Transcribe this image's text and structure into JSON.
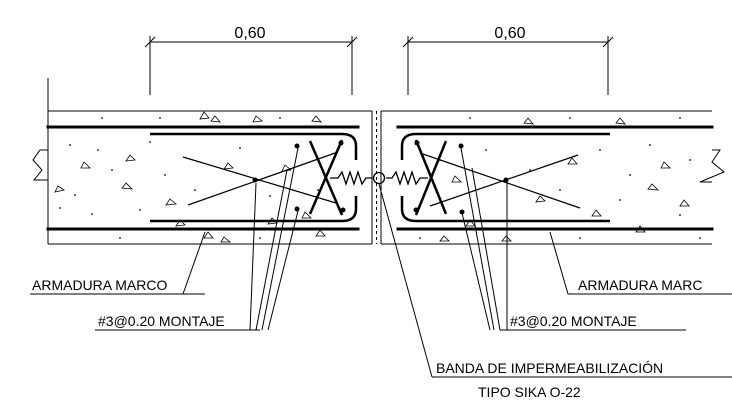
{
  "dimensions": {
    "left": "0,60",
    "right": "0,60"
  },
  "labels": {
    "armadura_left": "ARMADURA MARCO",
    "armadura_right": "ARMADURA MARC",
    "montaje_left": "#3@0.20 MONTAJE",
    "montaje_right": "#3@0.20 MONTAJE",
    "banda_line1": "BANDA DE IMPERMEABILIZACIÓN",
    "banda_line2": "TIPO SIKA O-22"
  }
}
